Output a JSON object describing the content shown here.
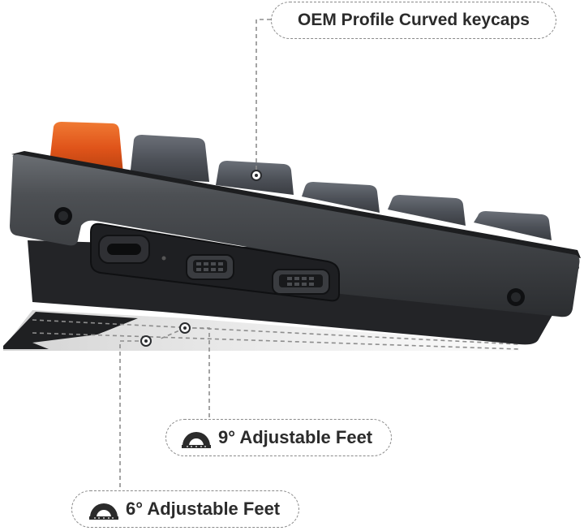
{
  "callouts": {
    "keycaps": "OEM Profile Curved keycaps",
    "feet_9": "9° Adjustable Feet",
    "feet_6": "6° Adjustable Feet"
  },
  "icons": {
    "feet_9": "protractor-icon",
    "feet_6": "protractor-icon"
  },
  "colors": {
    "keycap_accent": "#e0541a",
    "keycap_gray": "#4f545b",
    "body_dark": "#2a2c2f",
    "callout_border": "#8a8a8a",
    "text": "#2b2b2b"
  }
}
